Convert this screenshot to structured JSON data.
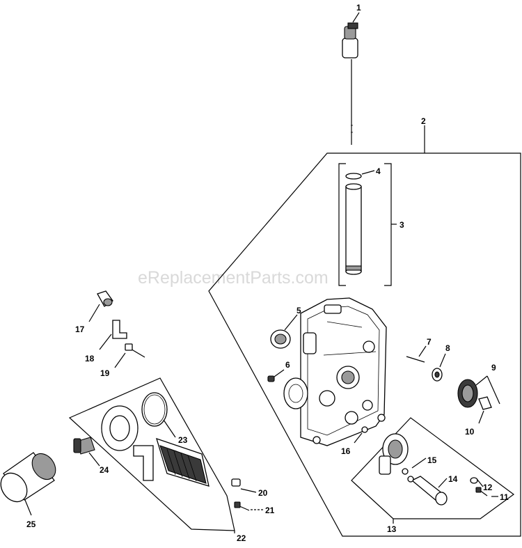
{
  "watermark": "eReplacementParts.com",
  "callouts": {
    "c1": "1",
    "c2": "2",
    "c3": "3",
    "c4": "4",
    "c5": "5",
    "c6": "6",
    "c7": "7",
    "c8": "8",
    "c9": "9",
    "c10": "10",
    "c11": "11",
    "c12": "12",
    "c13": "13",
    "c14": "14",
    "c15": "15",
    "c16": "16",
    "c17": "17",
    "c18": "18",
    "c19": "19",
    "c20": "20",
    "c21": "21",
    "c22": "22",
    "c23": "23",
    "c24": "24",
    "c25": "25"
  }
}
